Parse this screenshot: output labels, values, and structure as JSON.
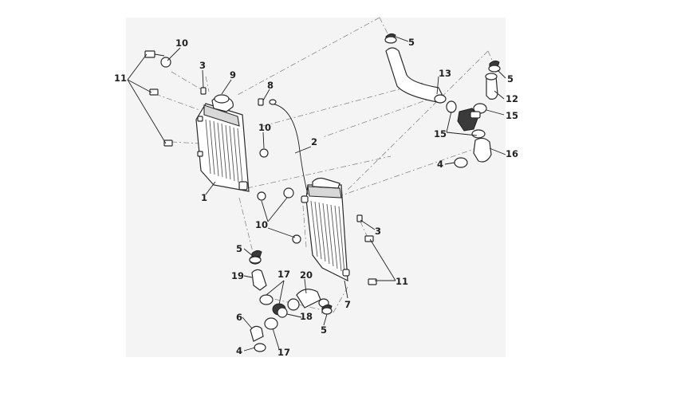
{
  "callouts": [
    {
      "id": "c1",
      "text": "1"
    },
    {
      "id": "c2",
      "text": "2"
    },
    {
      "id": "c3a",
      "text": "3"
    },
    {
      "id": "c3b",
      "text": "3"
    },
    {
      "id": "c4a",
      "text": "4"
    },
    {
      "id": "c4b",
      "text": "4"
    },
    {
      "id": "c5a",
      "text": "5"
    },
    {
      "id": "c5b",
      "text": "5"
    },
    {
      "id": "c5c",
      "text": "5"
    },
    {
      "id": "c5d",
      "text": "5"
    },
    {
      "id": "c6",
      "text": "6"
    },
    {
      "id": "c7",
      "text": "7"
    },
    {
      "id": "c8",
      "text": "8"
    },
    {
      "id": "c9",
      "text": "9"
    },
    {
      "id": "c10a",
      "text": "10"
    },
    {
      "id": "c10b",
      "text": "10"
    },
    {
      "id": "c10c",
      "text": "10"
    },
    {
      "id": "c11a",
      "text": "11"
    },
    {
      "id": "c11b",
      "text": "11"
    },
    {
      "id": "c12",
      "text": "12"
    },
    {
      "id": "c13",
      "text": "13"
    },
    {
      "id": "c15a",
      "text": "15"
    },
    {
      "id": "c15b",
      "text": "15"
    },
    {
      "id": "c16",
      "text": "16"
    },
    {
      "id": "c17a",
      "text": "17"
    },
    {
      "id": "c17b",
      "text": "17"
    },
    {
      "id": "c18",
      "text": "18"
    },
    {
      "id": "c19",
      "text": "19"
    },
    {
      "id": "c20",
      "text": "20"
    }
  ]
}
